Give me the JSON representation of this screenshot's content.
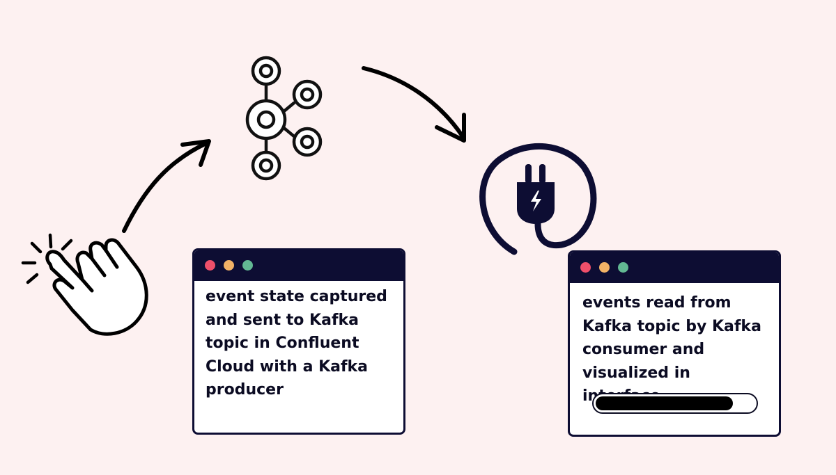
{
  "colors": {
    "background": "#fdf1f1",
    "window_bar": "#0d0d33",
    "dot_red": "#ef4f6a",
    "dot_yellow": "#f2b266",
    "dot_green": "#62b893",
    "plug": "#0d0d33"
  },
  "icons": {
    "click": "hand-click-icon",
    "kafka": "kafka-logo-icon",
    "plug": "electric-plug-icon"
  },
  "producer_window": {
    "text": "event state captured and sent to Kafka topic in Confluent Cloud with a Kafka producer"
  },
  "consumer_window": {
    "text": "events read from Kafka topic by Kafka consumer and visualized in interface",
    "progress": 0.87
  }
}
